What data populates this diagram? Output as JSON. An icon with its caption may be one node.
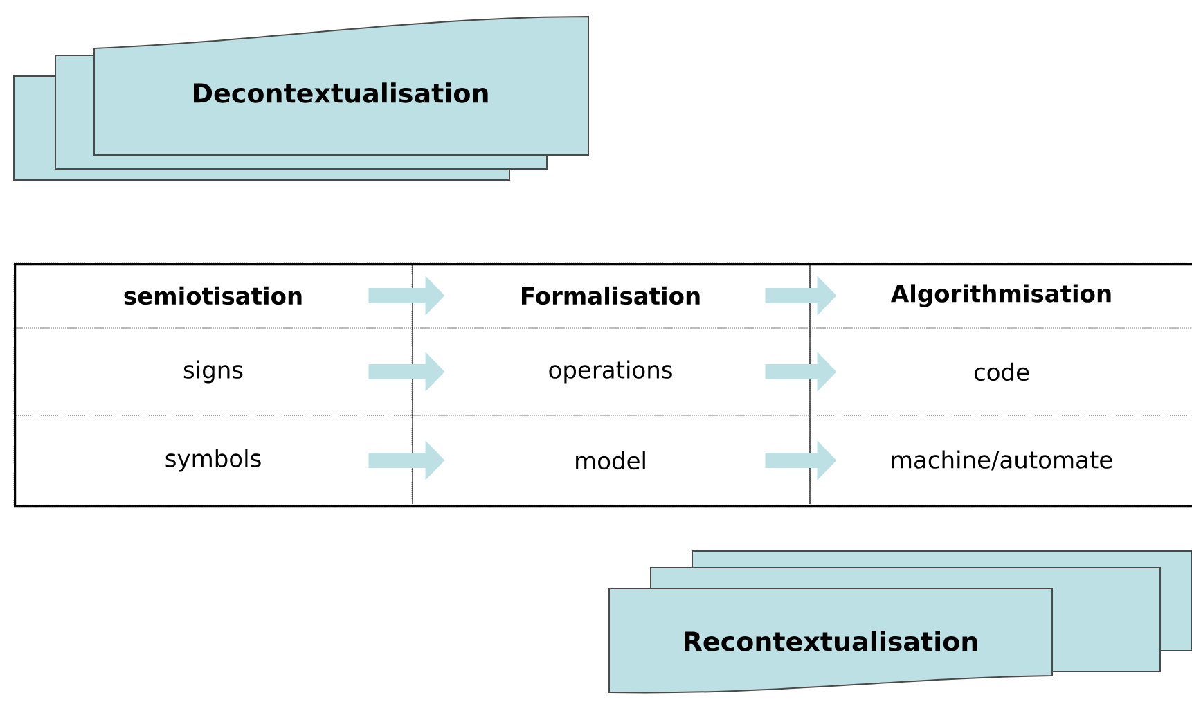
{
  "diagram": {
    "nodes": [
      {
        "text": [
          "Decontextualisation"
        ]
      },
      {
        "text": [],
        "shape": "box"
      },
      {
        "text": [
          "semiotisation"
        ],
        "in": 1
      },
      {
        "text": [
          "Formalisation"
        ],
        "in": 1
      },
      {
        "text": [
          "Algorithmisation"
        ],
        "in": 1
      },
      {
        "text": [
          "signs"
        ],
        "in": 1
      },
      {
        "text": [
          "operations"
        ],
        "in": 1
      },
      {
        "text": [
          "code"
        ],
        "in": 1
      },
      {
        "text": [
          "symbols"
        ],
        "in": 1
      },
      {
        "text": [
          "model"
        ],
        "in": 1
      },
      {
        "text": [
          "machine/automate"
        ],
        "in": 1
      },
      {
        "text": [
          "Recontextualisation"
        ]
      }
    ],
    "edges": [
      {
        "from": 2,
        "to": 3,
        "arrow": "to"
      },
      {
        "from": 3,
        "to": 4,
        "arrow": "to"
      },
      {
        "from": 5,
        "to": 6,
        "arrow": "to"
      },
      {
        "from": 6,
        "to": 7,
        "arrow": "to"
      },
      {
        "from": 8,
        "to": 9,
        "arrow": "to"
      },
      {
        "from": 9,
        "to": 10,
        "arrow": "to"
      }
    ]
  }
}
